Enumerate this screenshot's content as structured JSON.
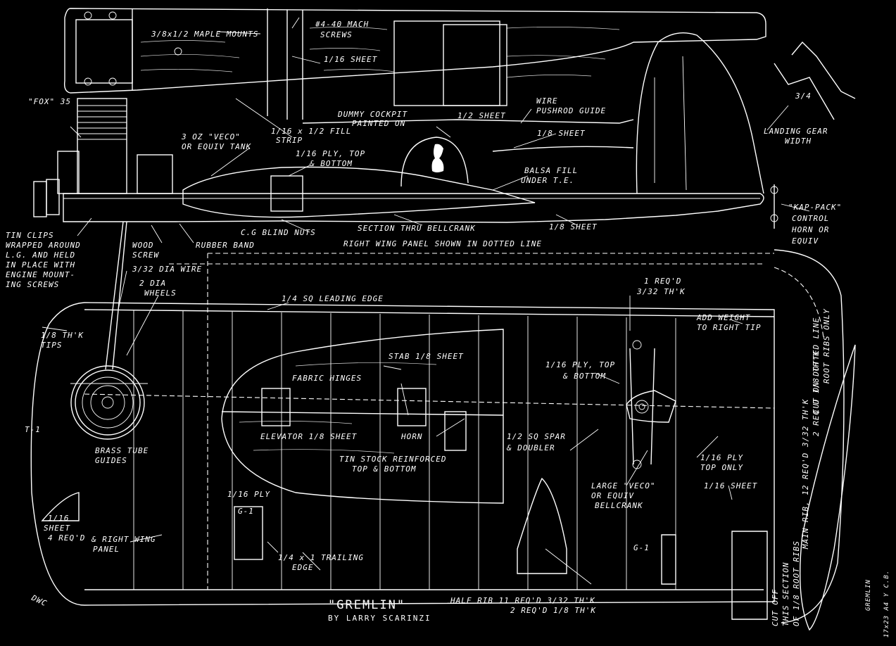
{
  "title": "\"GREMLIN\"",
  "subtitle": "BY LARRY SCARINZI",
  "signature": "DWC",
  "side_ref": {
    "line1": "GREMLIN",
    "line2": "17x23 A4 Y C.B."
  },
  "labels": {
    "maple_mounts": "3/8x1/2 MAPLE MOUNTS",
    "mach_screws_1": "#4-40 MACH",
    "mach_screws_2": "SCREWS",
    "sheet_1_16_top": "1/16 SHEET",
    "fox_engine": "\"FOX\" 35",
    "dummy_cockpit_1": "DUMMY COCKPIT",
    "dummy_cockpit_2": "PAINTED ON",
    "half_sheet": "1/2 SHEET",
    "wire_pushrod_1": "WIRE",
    "wire_pushrod_2": "PUSHROD GUIDE",
    "fill_strip_1": "1/16 x 1/2 FILL",
    "fill_strip_2": "STRIP",
    "tank_1": "3 OZ \"VECO\"",
    "tank_2": "OR EQUIV TANK",
    "ply_top_bottom_1": "1/16 PLY, TOP",
    "ply_top_bottom_2": "& BOTTOM",
    "eighth_sheet_upper": "1/8 SHEET",
    "balsa_fill_1": "BALSA FILL",
    "balsa_fill_2": "UNDER T.E.",
    "landing_gear_1": "LANDING GEAR",
    "landing_gear_2": "WIDTH",
    "kap_pack_1": "\"KAP-PACK\"",
    "kap_pack_2": "CONTROL",
    "kap_pack_3": "HORN OR",
    "kap_pack_4": "EQUIV",
    "tin_clips_1": "TIN CLIPS",
    "tin_clips_2": "WRAPPED AROUND",
    "tin_clips_3": "L.G. AND HELD",
    "tin_clips_4": "IN PLACE WITH",
    "tin_clips_5": "ENGINE MOUNT-",
    "tin_clips_6": "ING SCREWS",
    "wood_screw_1": "WOOD",
    "wood_screw_2": "SCREW",
    "rubber_band": "RUBBER BAND",
    "cg_blind_nuts": "C.G  BLIND NUTS",
    "section_bellcrank": "SECTION THRU BELLCRANK",
    "eighth_sheet_lower": "1/8 SHEET",
    "right_wing_dotted": "RIGHT WING PANEL SHOWN IN DOTTED LINE",
    "dia_wire": "3/32 DIA WIRE",
    "wheels_1": "2 DIA",
    "wheels_2": "WHEELS",
    "leading_edge": "1/4 SQ LEADING EDGE",
    "req_1": "1 REQ'D",
    "req_2": "3/32 TH'K",
    "add_weight_1": "ADD WEIGHT",
    "add_weight_2": "TO RIGHT TIP",
    "tips_1": "1/8 TH'K",
    "tips_2": "TIPS",
    "stab": "STAB  1/8 SHEET",
    "fabric_hinges": "FABRIC HINGES",
    "ply_top_bottom_wing_1": "1/16 PLY, TOP",
    "ply_top_bottom_wing_2": "& BOTTOM",
    "t1": "T-1",
    "elevator": "ELEVATOR  1/8 SHEET",
    "horn": "HORN",
    "spar_1": "1/2 SQ SPAR",
    "spar_2": "& DOUBLER",
    "brass_1": "BRASS TUBE",
    "brass_2": "GUIDES",
    "tin_stock_1": "TIN STOCK REINFORCED",
    "tin_stock_2": "TOP & BOTTOM",
    "ply_top_only_1": "1/16 PLY",
    "ply_top_only_2": "TOP ONLY",
    "sheet_1_16_right": "1/16 SHEET",
    "large_veco_1": "LARGE \"VECO\"",
    "large_veco_2": "OR EQUIV",
    "large_veco_3": "BELLCRANK",
    "ply_g1": "1/16 PLY",
    "g1_a": "G-1",
    "g1_b": "G-1",
    "sheet_4req_1": "1/16",
    "sheet_4req_2": "SHEET",
    "sheet_4req_3": "4 REQ'D",
    "right_wing_1": "& RIGHT WING",
    "right_wing_2": "PANEL",
    "trailing_edge_1": "1/4 x 1 TRAILING",
    "trailing_edge_2": "EDGE",
    "half_rib_1": "HALF RIB  11 REQ'D  3/32 TH'K",
    "half_rib_2": "2 REQ'D  1/8 TH'K",
    "rib_note_1": "MAIN RIB, 12 REQ'D 3/32 TH'K",
    "rib_note_2": "2 REQ'D  1/8 TH'K",
    "cut_off_1": "CUT OFF",
    "cut_off_2": "THIS SECTION",
    "cut_off_3": "OF 1/8 ROOT RIBS",
    "cut_dotted_1": "CUT ON DOTTED LINE",
    "cut_dotted_2": "ROOT RIBS ONLY",
    "dim_34": "3/4"
  }
}
